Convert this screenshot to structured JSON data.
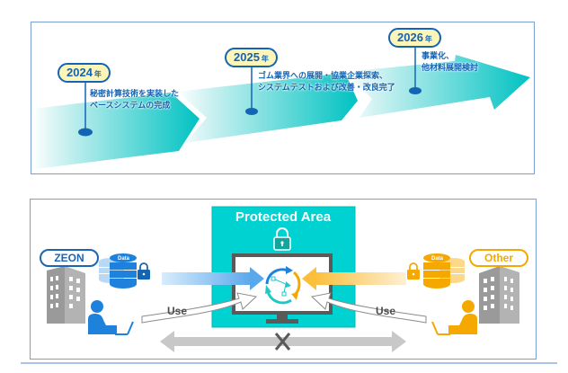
{
  "timeline": {
    "milestones": [
      {
        "year": "2024",
        "suffix": "年",
        "lines": [
          "秘密計算技術を実装した",
          "ベースシステムの完成"
        ]
      },
      {
        "year": "2025",
        "suffix": "年",
        "lines": [
          "ゴム業界への展開・協業企業探索、",
          "システムテストおよび改善・改良完了"
        ]
      },
      {
        "year": "2026",
        "suffix": "年",
        "lines": [
          "事業化、",
          "他材料展開検討"
        ]
      }
    ],
    "colors": {
      "arrow_start": "#e6f8f8",
      "arrow_end": "#10c4c4",
      "accent": "#1464b4",
      "tag_fill": "#fdf6b8"
    }
  },
  "usage_diagram": {
    "protected_area_title": "Protected Area",
    "left_org": {
      "name": "ZEON",
      "data_label": "Data",
      "use_label": "Use",
      "color": "#1e82dc"
    },
    "right_org": {
      "name": "Other",
      "data_label": "Data",
      "use_label": "Use",
      "color": "#f5a800"
    },
    "center_icon": "secure-computation-cycle-icon",
    "bottom_arrow": "direct-sharing-blocked",
    "colors": {
      "protected_area": "#00d2d2",
      "building": "#a6a6a6",
      "monitor": "#5a5a5a"
    }
  }
}
